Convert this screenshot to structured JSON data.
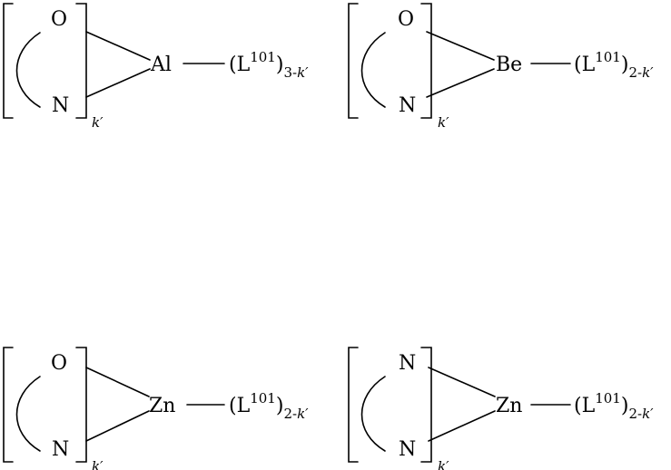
{
  "structures": [
    {
      "top_atom": "O",
      "bottom_atom": "N",
      "metal": "Al",
      "ligand_open": "(L",
      "ligand_sup": "101",
      "ligand_close": ")",
      "ligand_sub_num": "3-",
      "ligand_sub_k": "k′",
      "bracket_sub": "k′"
    },
    {
      "top_atom": "O",
      "bottom_atom": "N",
      "metal": "Be",
      "ligand_open": "(L",
      "ligand_sup": "101",
      "ligand_close": ")",
      "ligand_sub_num": "2-",
      "ligand_sub_k": "k′",
      "bracket_sub": "k′"
    },
    {
      "top_atom": "O",
      "bottom_atom": "N",
      "metal": "Zn",
      "ligand_open": "(L",
      "ligand_sup": "101",
      "ligand_close": ")",
      "ligand_sub_num": "2-",
      "ligand_sub_k": "k′",
      "bracket_sub": "k′"
    },
    {
      "top_atom": "N",
      "bottom_atom": "N",
      "metal": "Zn",
      "ligand_open": "(L",
      "ligand_sup": "101",
      "ligand_close": ")",
      "ligand_sub_num": "2-",
      "ligand_sub_k": "k′",
      "bracket_sub": "k′"
    }
  ]
}
